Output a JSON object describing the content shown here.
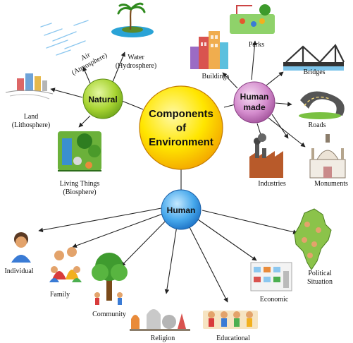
{
  "center": {
    "line1": "Components",
    "line2": "of",
    "line3": "Environment"
  },
  "hubs": {
    "natural": {
      "label": "Natural"
    },
    "human_made": {
      "line1": "Human",
      "line2": "made"
    },
    "human": {
      "label": "Human"
    }
  },
  "natural_items": {
    "air": {
      "line1": "Air",
      "line2": "(Atmosphere)"
    },
    "water": {
      "line1": "Water",
      "line2": "(Hydrosphere)"
    },
    "land": {
      "line1": "Land",
      "line2": "(Lithosphere)"
    },
    "living": {
      "line1": "Living Things",
      "line2": "(Biosphere)"
    }
  },
  "human_made_items": {
    "parks": "Parks",
    "buildings": "Buildings",
    "bridges": "Bridges",
    "roads": "Roads",
    "industries": "Industries",
    "monuments": "Monuments"
  },
  "human_items": {
    "individual": "Individual",
    "family": "Family",
    "community": "Community",
    "religion": "Religion",
    "educational": "Educational",
    "economic": "Economic",
    "political": {
      "line1": "Political",
      "line2": "Situation"
    }
  },
  "colors": {
    "center": "#f6e400",
    "natural": "#9ccc2c",
    "human_made": "#c978c4",
    "human": "#3fa6ea",
    "connector": "#222222"
  }
}
